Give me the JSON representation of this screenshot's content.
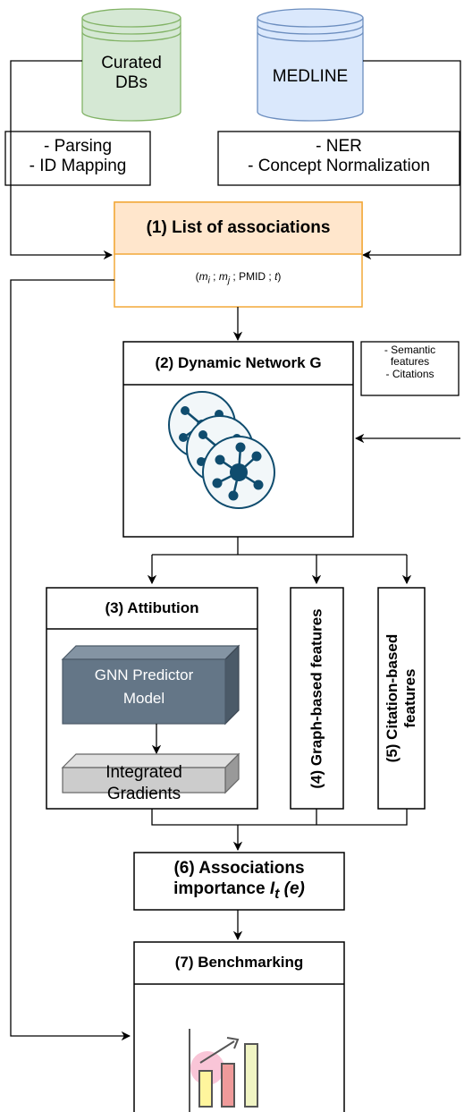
{
  "sources": {
    "curated": {
      "line1": "Curated",
      "line2": "DBs"
    },
    "medline": {
      "label": "MEDLINE"
    }
  },
  "processing": {
    "curated_steps": [
      "- Parsing",
      "- ID Mapping"
    ],
    "medline_steps": [
      "- NER",
      "- Concept Normalization"
    ]
  },
  "associations": {
    "title": "(1) List of associations",
    "formula": {
      "m_i": "m",
      "i": "i",
      "m_j": "m",
      "j": "j",
      "pmid": "PMID",
      "t": "t"
    }
  },
  "network": {
    "title": "(2) Dynamic Network G",
    "side_note": [
      "- Semantic",
      "features",
      "- Citations"
    ]
  },
  "attribution": {
    "title": "(3) Attibution",
    "model_line1": "GNN Predictor",
    "model_line2": "Model",
    "ig_line1": "Integrated",
    "ig_line2": "Gradients"
  },
  "graph_features": {
    "label": "(4) Graph-based features"
  },
  "citation_features": {
    "line1": "(5) Citation-based",
    "line2": "features"
  },
  "importance": {
    "line1": "(6) Associations",
    "line2_prefix": "importance ",
    "symbol": "I",
    "sub": "t",
    "arg": " (e)"
  },
  "benchmarking": {
    "title": "(7) Benchmarking"
  },
  "colors": {
    "curated_fill": "#d5e8d4",
    "curated_stroke": "#82b366",
    "medline_fill": "#dae8fc",
    "medline_stroke": "#6c8ebf",
    "assoc_fill": "#ffe6cc",
    "assoc_stroke": "#f2a838",
    "node": "#0f4c6e",
    "network_bg": "#f2f7f9",
    "model_front": "#647687",
    "model_side": "#4b5a68",
    "ig_front": "#cccccc",
    "ig_side": "#999999"
  }
}
